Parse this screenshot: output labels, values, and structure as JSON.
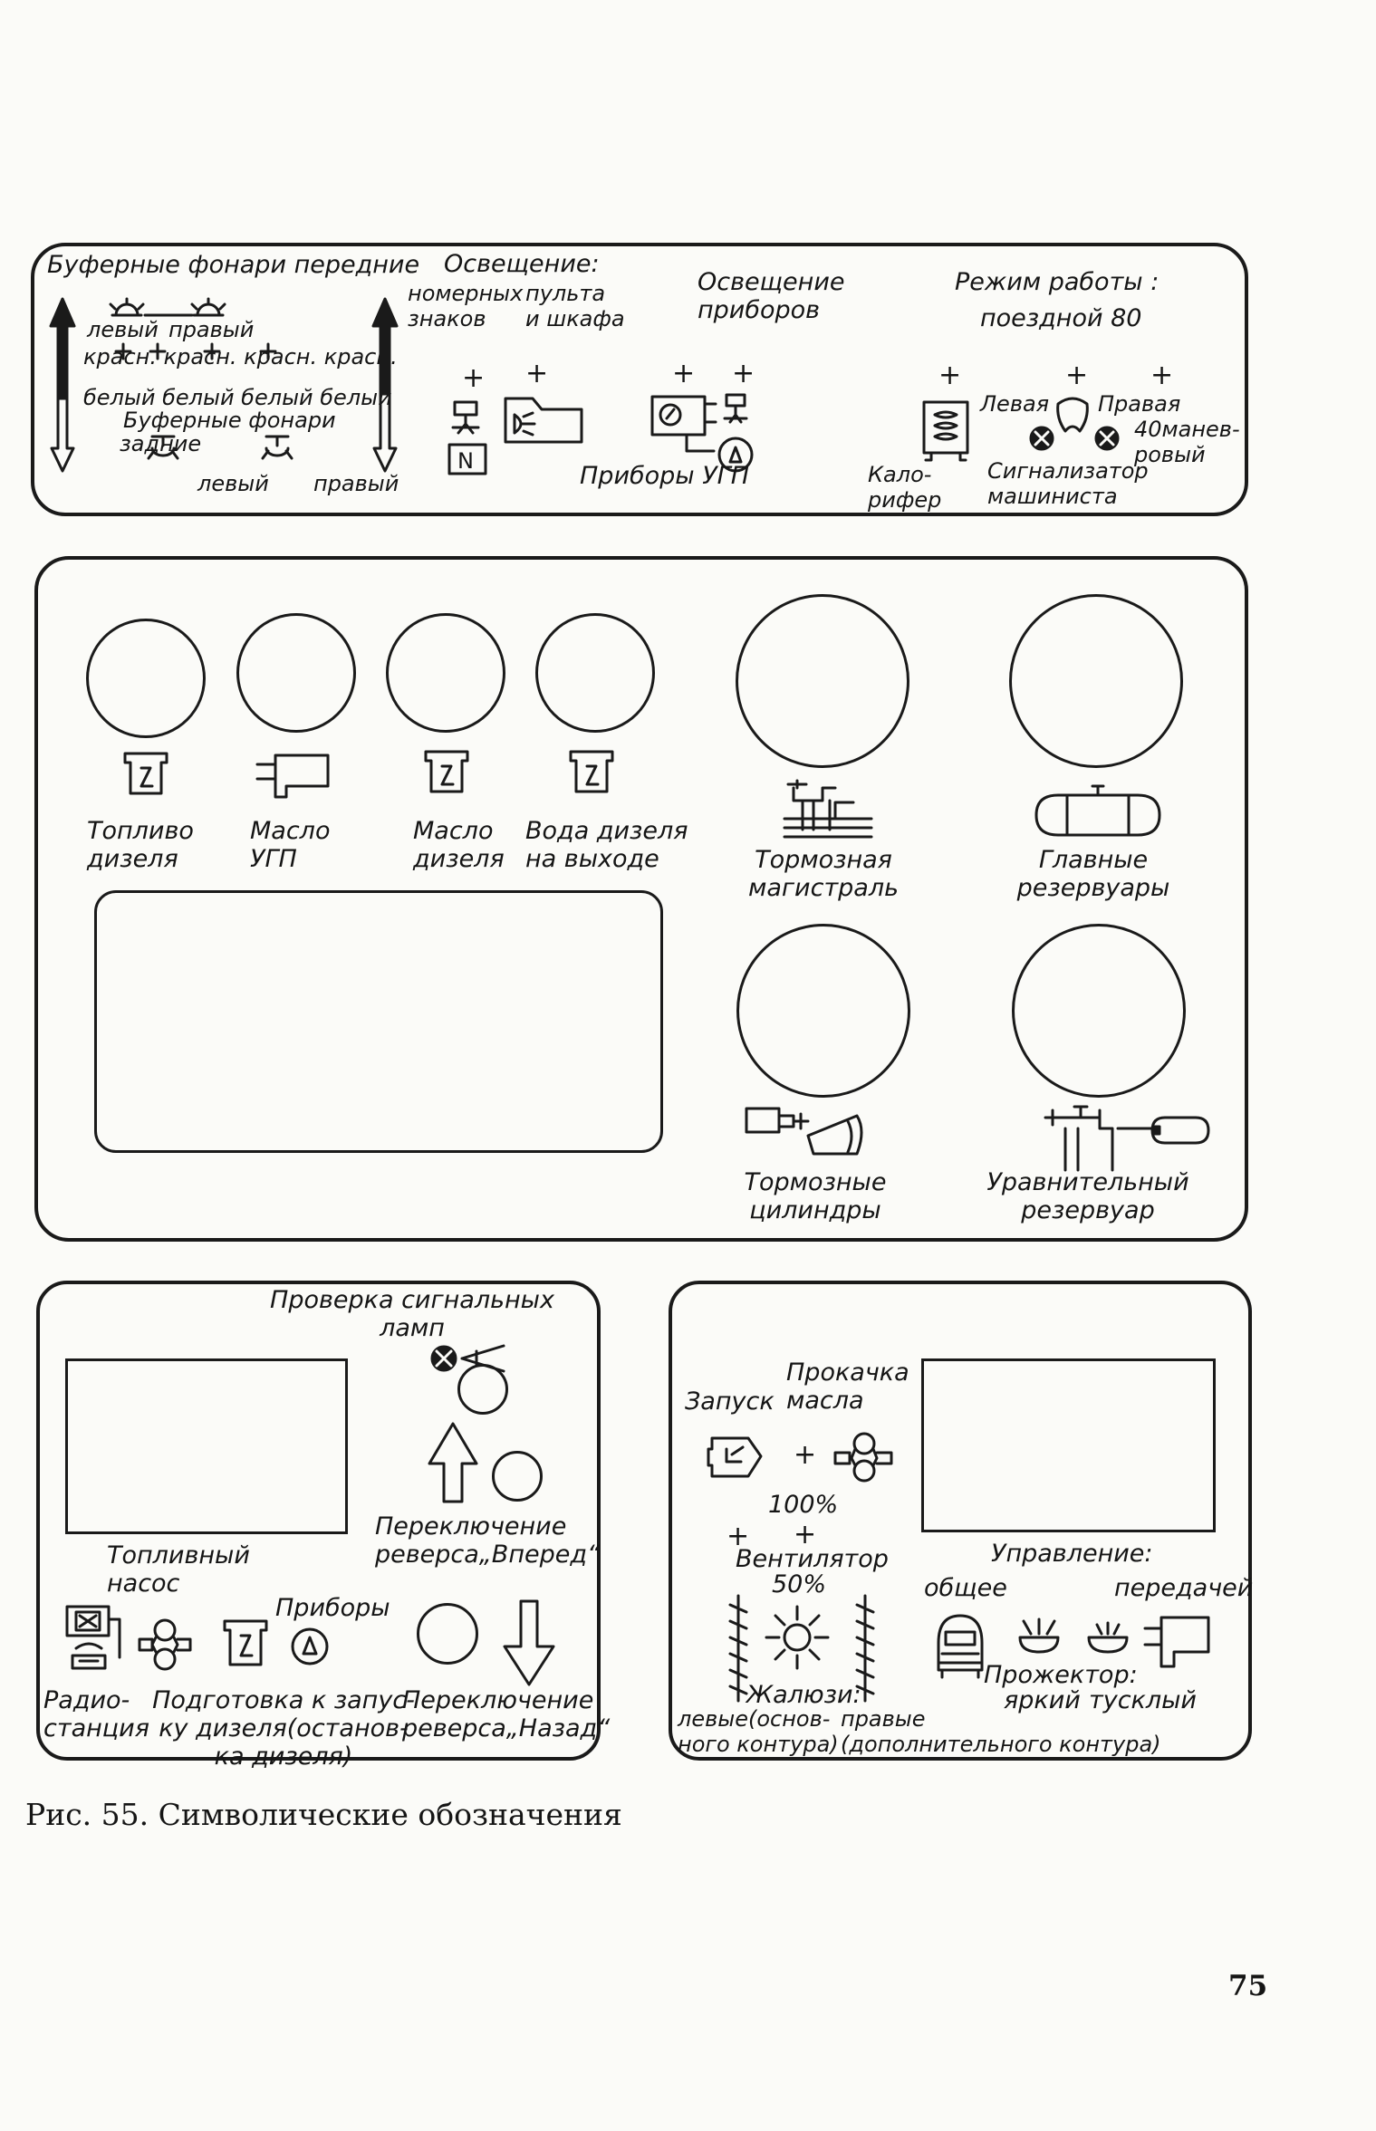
{
  "top": {
    "buf_front": "Буферные фонари передние",
    "front_left": "левый",
    "front_right": "правый",
    "red_row": "красн. красн. красн. красн.",
    "white_row": "белый белый белый белый",
    "buf_rear": "Буферные фонари",
    "rear": "задние",
    "rear_left": "левый",
    "rear_right": "правый",
    "lighting": "Освещение:",
    "num_signs": "номерных\nзнаков",
    "console": "пульта\nи шкафа",
    "n_letter": "N",
    "instr_light": "Освещение\nприборов",
    "ugp_instr": "Приборы УГП",
    "mode": "Режим работы :",
    "train80": "поездной 80",
    "heater": "Кало-\nрифер",
    "left_cap": "Левая",
    "right_cap": "Правая",
    "shunt": "40манев-\nровый",
    "driver_alarm": "Сигнализатор\nмашиниста"
  },
  "middle": {
    "fuel_diesel": "Топливо\nдизеля",
    "oil_ugp": "Масло\nУГП",
    "oil_diesel": "Масло\nдизеля",
    "water_out": "Вода дизеля\nна выходе",
    "brake_line": "Тормозная\nмагистраль",
    "main_res": "Главные\nрезервуары",
    "brake_cyl": "Тормозные\nцилиндры",
    "eq_res": "Уравнительный\nрезервуар"
  },
  "bottom_left": {
    "lamp_check": "Проверка сигнальных\nламп",
    "fuel_pump": "Топливный\nнасос",
    "fwd": "Переключение\nреверса„Вперед“",
    "instruments": "Приборы",
    "radio": "Радио-\nстанция",
    "prep": "Подготовка к запус-\nку дизеля(останов-\nка дизеля)",
    "back": "Переключение\nреверса„Назад“"
  },
  "bottom_right": {
    "start": "Запуск",
    "oil_pump": "Прокачка\nмасла",
    "p100": "100%",
    "fan": "Вентилятор",
    "p50": "50%",
    "shutters": "Жалюзи:",
    "sh_left": "левые(основ-\nного контура)",
    "sh_right": "правые\n(дополнительного контура)",
    "control": "Управление:",
    "general": "общее",
    "transmission": "передачей",
    "projector": "Прожектор:",
    "bright": "яркий",
    "dim": "тусклый"
  },
  "caption": "Рис. 55. Символические обозначения",
  "page_number": "75"
}
